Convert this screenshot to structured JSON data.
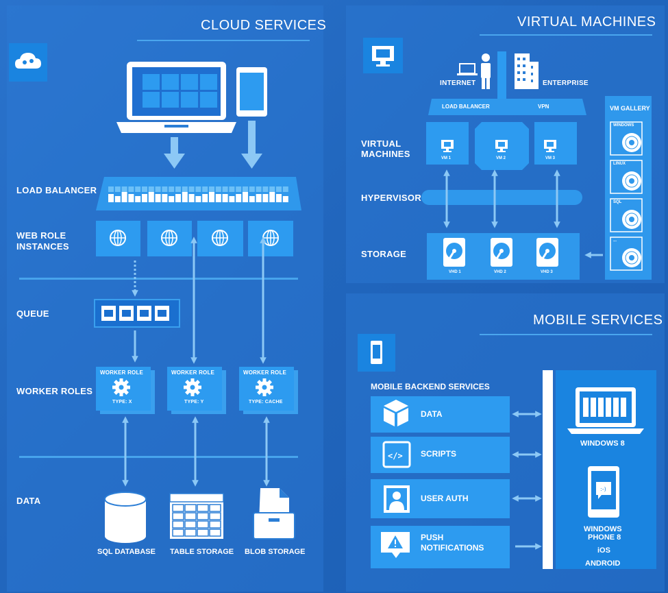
{
  "cloud": {
    "title": "CLOUD SERVICES",
    "rows": {
      "load_balancer": "LOAD BALANCER",
      "web_role_1": "WEB ROLE",
      "web_role_2": "INSTANCES",
      "queue": "QUEUE",
      "worker_roles": "WORKER ROLES",
      "data": "DATA"
    },
    "workers": [
      {
        "title": "WORKER ROLE",
        "type": "TYPE: X"
      },
      {
        "title": "WORKER ROLE",
        "type": "TYPE: Y"
      },
      {
        "title": "WORKER ROLE",
        "type": "TYPE: CACHE"
      }
    ],
    "storage": [
      "SQL DATABASE",
      "TABLE STORAGE",
      "BLOB STORAGE"
    ]
  },
  "vm": {
    "title": "VIRTUAL MACHINES",
    "internet": "INTERNET",
    "enterprise": "ENTERPRISE",
    "load_balancer": "LOAD BALANCER",
    "vpn": "VPN",
    "gallery": "VM GALLERY",
    "gallery_items": [
      "WINDOWS",
      "LINUX",
      "SQL",
      "..."
    ],
    "rows": {
      "virtual_1": "VIRTUAL",
      "virtual_2": "MACHINES",
      "hypervisor": "HYPERVISOR",
      "storage": "STORAGE"
    },
    "vms": [
      "VM 1",
      "VM 2",
      "VM 3"
    ],
    "vhds": [
      "VHD 1",
      "VHD 2",
      "VHD 3"
    ]
  },
  "mobile": {
    "title": "MOBILE SERVICES",
    "backend": "MOBILE BACKEND SERVICES",
    "services": [
      "DATA",
      "SCRIPTS",
      "USER AUTH"
    ],
    "push_1": "PUSH",
    "push_2": "NOTIFICATIONS",
    "windows8": "WINDOWS 8",
    "wp8_1": "WINDOWS",
    "wp8_2": "PHONE 8",
    "ios": "iOS",
    "android": "ANDROID"
  }
}
